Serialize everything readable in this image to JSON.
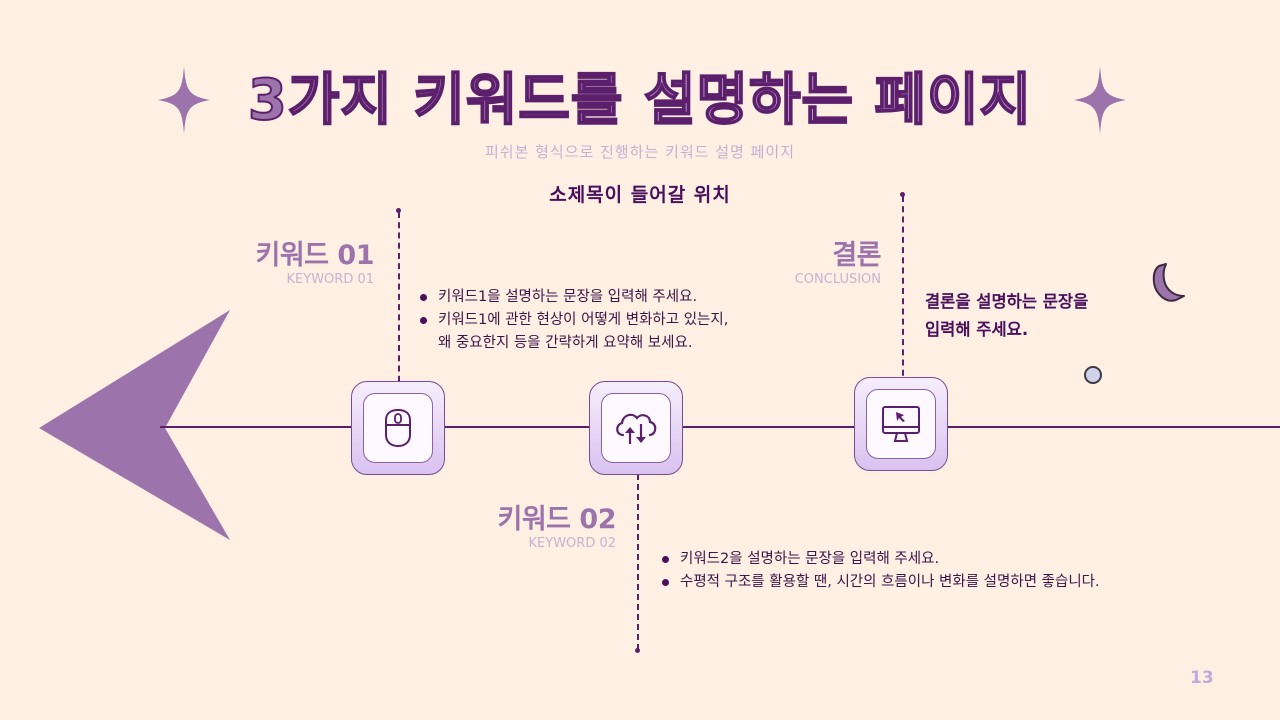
{
  "header": {
    "title_part1": "3가지 키워드를",
    "title_part2": "설명하는 페이지",
    "subtitle": "피쉬본 형식으로 진행하는 키워드 설명 페이지",
    "subheading": "소제목이 들어갈 위치"
  },
  "keywords": [
    {
      "title": "키워드 01",
      "label": "KEYWORD 01",
      "icon": "mouse-icon",
      "bullets": [
        "키워드1을 설명하는 문장을 입력해 주세요.",
        "키워드1에 관한 현상이 어떻게 변화하고 있는지,",
        "왜 중요한지 등을 간략하게 요약해 보세요."
      ]
    },
    {
      "title": "키워드 02",
      "label": "KEYWORD 02",
      "icon": "cloud-sync-icon",
      "bullets": [
        "키워드2을 설명하는 문장을 입력해 주세요.",
        "수평적 구조를 활용할 땐, 시간의 흐름이나 변화를 설명하면 좋습니다."
      ]
    }
  ],
  "conclusion": {
    "title": "결론",
    "label": "CONCLUSION",
    "icon": "monitor-cursor-icon",
    "text_line1": "결론을 설명하는 문장을",
    "text_line2": "입력해 주세요."
  },
  "page_number": "13",
  "colors": {
    "background": "#fff0e3",
    "primary": "#9c73ab",
    "dark": "#5b1f6b",
    "light": "#c9a6d8"
  }
}
